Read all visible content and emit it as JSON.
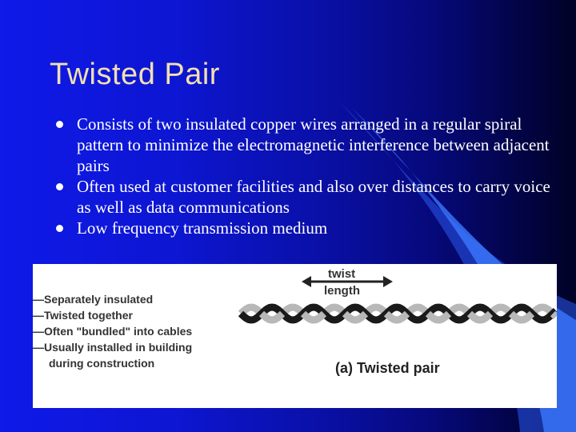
{
  "slide": {
    "title": "Twisted Pair",
    "bullets": [
      "Consists of two insulated copper wires arranged in a regular spiral pattern to minimize the electromagnetic interference between adjacent pairs",
      "Often used at customer facilities and also over distances to carry voice as well as data communications",
      "Low frequency transmission medium"
    ]
  },
  "figure": {
    "notes": [
      "—Separately insulated",
      "—Twisted together",
      "—Often \"bundled\" into cables",
      "—Usually installed in building",
      "during construction"
    ],
    "twist_label_1": "twist",
    "twist_label_2": "length",
    "caption": "(a) Twisted pair"
  },
  "colors": {
    "title": "#f2dfb0",
    "bullet_text": "#ffffff",
    "wire_dark": "#1a1a1a",
    "wire_light": "#b8b8b8"
  }
}
